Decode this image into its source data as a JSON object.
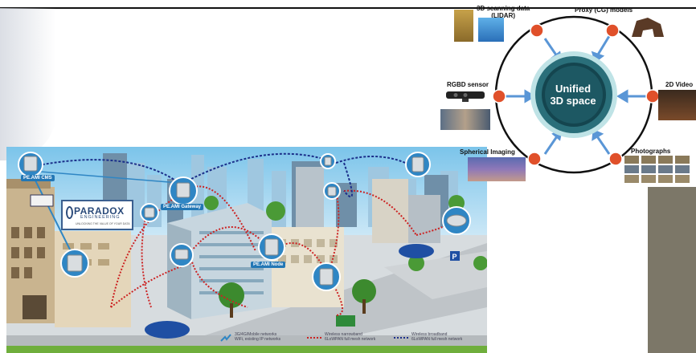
{
  "city_infographic": {
    "labels": {
      "cms": "PE.AMI CMS",
      "gateway": "PE.AMI Gateway",
      "node": "PE.AMI Node"
    },
    "logo": {
      "name": "PARADOX",
      "subtitle": "ENGINEERING",
      "tagline": "UNLOCKING THE VALUE OF YOUR DATA"
    },
    "legend": {
      "item1_line1": "3G/4G/Mobile networks",
      "item1_line2": "WiFi, existing IP networks",
      "item2_line1": "Wireless narrowband",
      "item2_line2": "6LoWPAN full mesh network",
      "item3_line1": "Wireless broadband",
      "item3_line2": "6LoWPAN full mesh network"
    },
    "colors": {
      "sky": "#7bc4ea",
      "narrowband": "#cc2222",
      "broadband": "#1b2f8a",
      "pin": "#2f86c4"
    }
  },
  "unified_space_diagram": {
    "center_line1": "Unified",
    "center_line2": "3D space",
    "sources": {
      "lidar_line1": "3D scanning data",
      "lidar_line2": "(LIDAR)",
      "proxy": "Proxy (CG) models",
      "rgbd": "RGBD sensor",
      "video": "2D Video",
      "spherical": "Spherical Imaging",
      "photographs": "Photographs"
    },
    "colors": {
      "node": "#e0502a",
      "arrow": "#5a96d6",
      "ring": "#2a6f7a"
    }
  }
}
